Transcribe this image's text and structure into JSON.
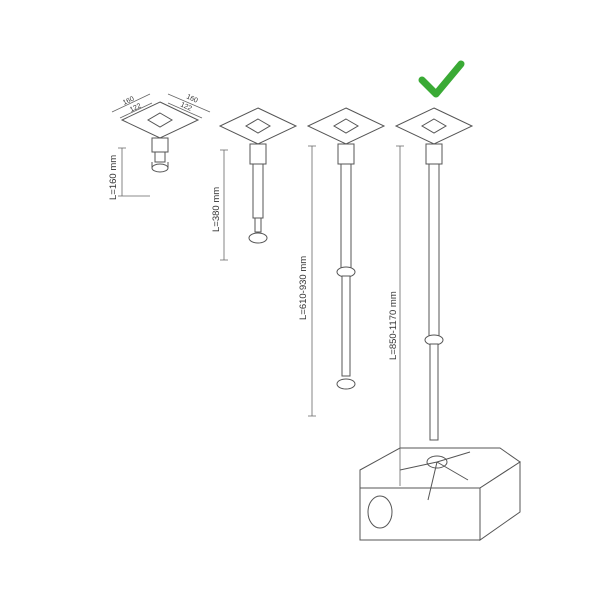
{
  "colors": {
    "check": "#3aaa35",
    "line": "#555555"
  },
  "icons": {
    "selected": "checkmark-icon"
  },
  "plate_dimensions": {
    "outer_a": "160",
    "outer_b": "160",
    "inner_a": "122",
    "inner_b": "122"
  },
  "mounts": [
    {
      "length_label": "L=160 mm"
    },
    {
      "length_label": "L=380 mm"
    },
    {
      "length_label": "L=610-930 mm"
    },
    {
      "length_label": "L=850-1170 mm",
      "selected": true
    }
  ]
}
